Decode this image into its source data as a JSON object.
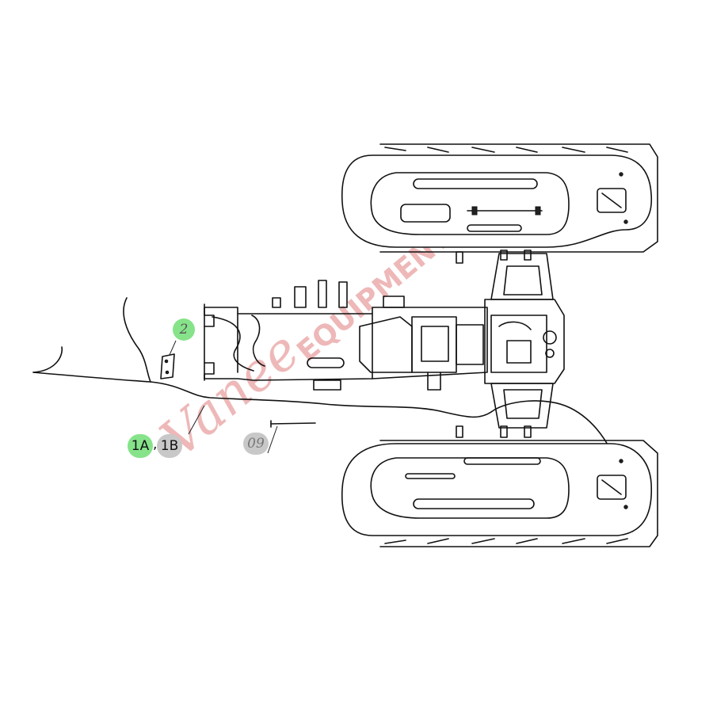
{
  "callouts": {
    "c1a": "1A",
    "comma": ",",
    "c1b": "1B",
    "c2": "2",
    "c09": "09"
  },
  "watermark": {
    "script_text": "Vanee",
    "block_text": "EQUIPMENT",
    "color": "#e8a0a0"
  },
  "colors": {
    "highlight_green": "#86e38a",
    "highlight_grey": "#c8c8c8",
    "line": "#111111"
  }
}
